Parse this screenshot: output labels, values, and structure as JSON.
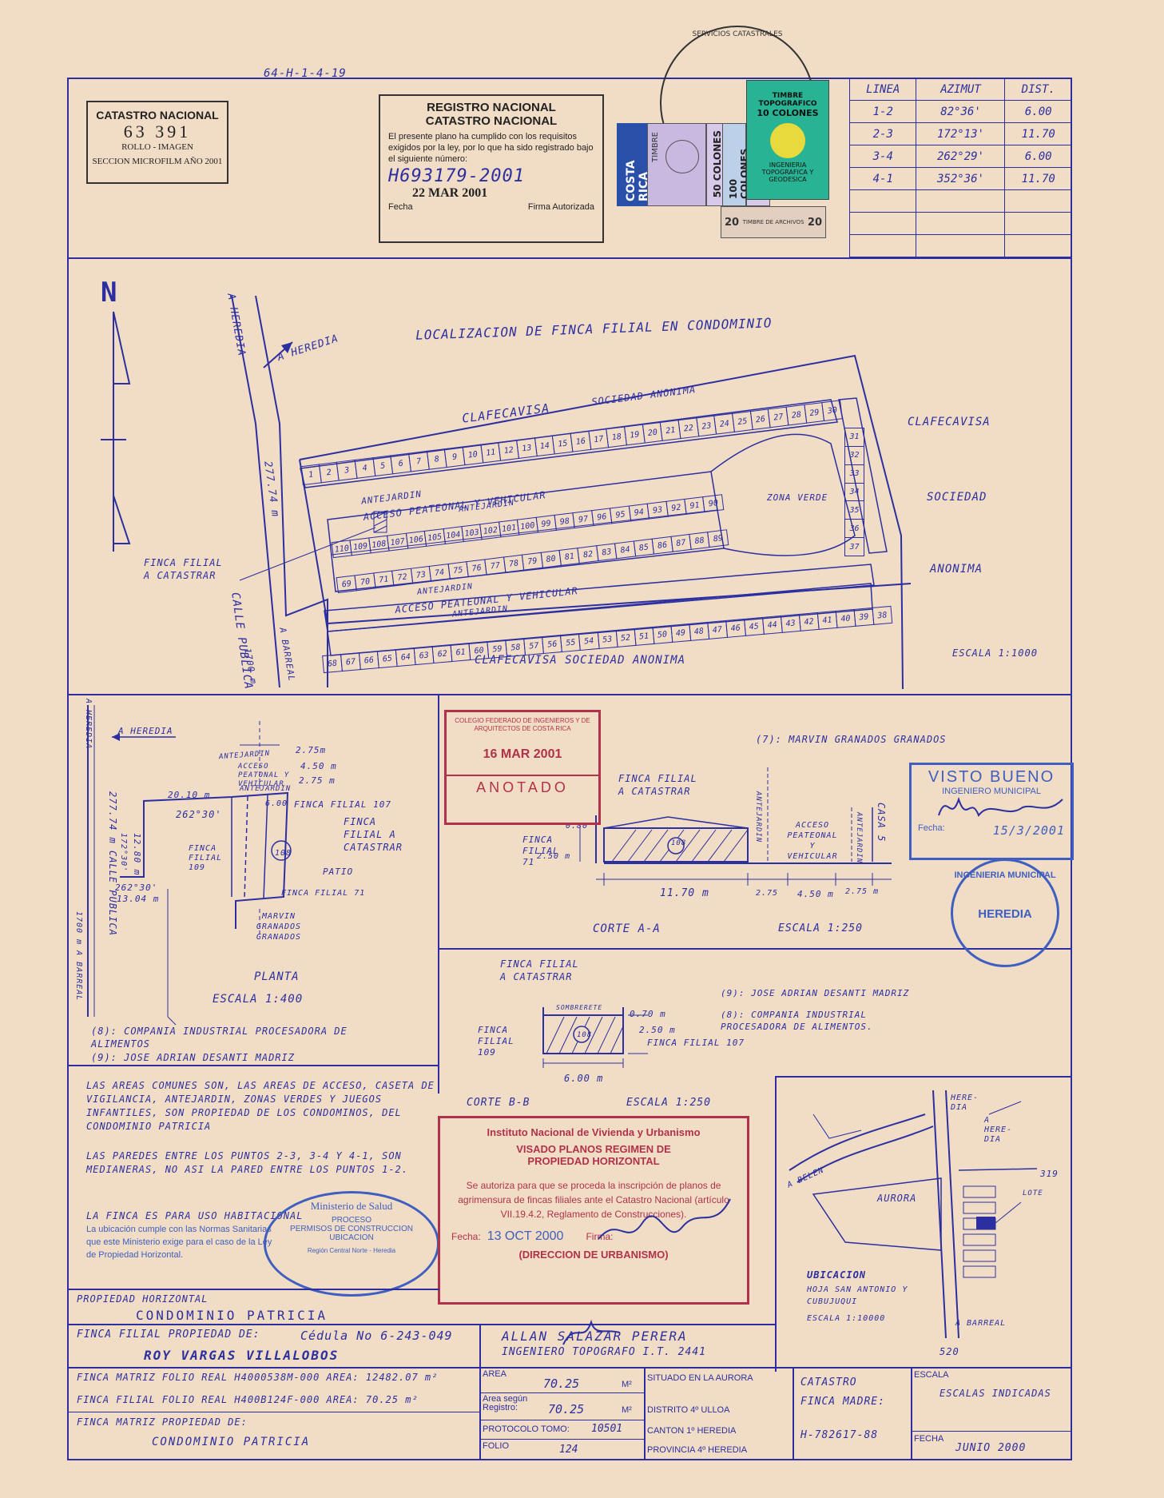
{
  "ref_code": "64-H-1-4-19",
  "catastro_stamp": {
    "title": "CATASTRO NACIONAL",
    "number": "63 391",
    "sub": "ROLLO - IMAGEN",
    "footer": "SECCION MICROFILM AÑO 2001"
  },
  "registro_stamp": {
    "title1": "REGISTRO NACIONAL",
    "title2": "CATASTRO NACIONAL",
    "body": "El presente plano ha cumplido con los requisitos exigidos por la ley, por lo que ha sido registrado bajo el siguiente número:",
    "number": "H693179-2001",
    "date": "22 MAR 2001",
    "fecha_label": "Fecha",
    "firma_label": "Firma Autorizada"
  },
  "stamps": {
    "costa_rica": "COSTA RICA",
    "timbre": "TIMBRE",
    "fifty": "50 COLONES",
    "hundred": "100 COLONES",
    "topo_title": "TIMBRE TOPOGRAFICO",
    "topo_value": "10 COLONES",
    "archivos": "TIMBRE DE ARCHIVOS",
    "archivos_value": "20",
    "ingenieria": "INGENIERIA TOPOGRAFICA Y GEODESICA",
    "servicios": "SERVICIOS CATASTRALES"
  },
  "azimuth_table": {
    "headers": [
      "LINEA",
      "AZIMUT",
      "DIST."
    ],
    "rows": [
      [
        "1-2",
        "82°36'",
        "6.00"
      ],
      [
        "2-3",
        "172°13'",
        "11.70"
      ],
      [
        "3-4",
        "262°29'",
        "6.00"
      ],
      [
        "4-1",
        "352°36'",
        "11.70"
      ]
    ]
  },
  "location_plan": {
    "north": "N",
    "title": "LOCALIZACION DE FINCA FILIAL EN CONDOMINIO",
    "a_heredia_1": "A HEREDIA",
    "a_heredia_2": "A HEREDIA",
    "clafecavisa_top": "CLAFECAVISA",
    "sociedad_top": "SOCIEDAD ANONIMA",
    "clafecavisa_right": "CLAFECAVISA",
    "sociedad_right": "SOCIEDAD",
    "anonima_right": "ANONIMA",
    "clafecavisa_bottom": "CLAFECAVISA SOCIEDAD ANONIMA",
    "calle_publica": "CALLE PUBLICA",
    "dist_road": "277.74 m",
    "a_barreal": "A BARREAL",
    "dist_barreal": "1700 m",
    "finca_label": "FINCA FILIAL A CATASTRAR",
    "antejardin1": "ANTEJARDIN",
    "acceso1": "ACCESO PEATEONAL Y VEHICULAR",
    "antejardin2": "ANTEJARDIN",
    "antejardin3": "ANTEJARDIN",
    "acceso2": "ACCESO PEATEONAL Y VEHICULAR",
    "antejardin4": "ANTEJARDIN",
    "zona_verde": "ZONA VERDE",
    "escala": "ESCALA 1:1000",
    "row_top": [
      "1",
      "2",
      "3",
      "4",
      "5",
      "6",
      "7",
      "8",
      "9",
      "10",
      "11",
      "12",
      "13",
      "14",
      "15",
      "16",
      "17",
      "18",
      "19",
      "20",
      "21",
      "22",
      "23",
      "24",
      "25",
      "26",
      "27",
      "28",
      "29",
      "30"
    ],
    "row_right": [
      "31",
      "32",
      "33",
      "34",
      "35",
      "36",
      "37"
    ],
    "row_inner_top": [
      "110",
      "109",
      "108",
      "107",
      "106",
      "105",
      "104",
      "103",
      "102",
      "101",
      "100",
      "99",
      "98",
      "97",
      "96",
      "95",
      "94",
      "93",
      "92",
      "91",
      "90"
    ],
    "row_inner_bottom": [
      "69",
      "70",
      "71",
      "72",
      "73",
      "74",
      "75",
      "76",
      "77",
      "78",
      "79",
      "80",
      "81",
      "82",
      "83",
      "84",
      "85",
      "86",
      "87",
      "88",
      "89"
    ],
    "row_bottom_upper": [
      "38",
      "39",
      "40",
      "41",
      "42",
      "43",
      "44",
      "45",
      "46",
      "47",
      "48",
      "49",
      "50",
      "51",
      "52",
      "53",
      "54",
      "55",
      "56",
      "57",
      "58",
      "59",
      "60",
      "61",
      "62",
      "63",
      "64",
      "65",
      "66",
      "67",
      "68"
    ]
  },
  "planta": {
    "a_heredia": "A HEREDIA",
    "a_heredia_v": "A HEREDIA",
    "calle": "277.74 m CALLE PUBLICA",
    "antejardin": "ANTEJARDIN",
    "acceso": "ACCESO PEATONAL Y VEHICULAR",
    "antejardin2": "ANTEJARDIN",
    "d1": "2.75m",
    "d2": "4.50 m",
    "d3": "2.75 m",
    "dist_2010": "20.10 m",
    "az1": "262°30'",
    "az2": "172°30'",
    "len1": "12.80 m",
    "az3": "262°30'",
    "len2": "13.04 m",
    "finca_107": "FINCA FILIAL 107",
    "finca_filial": "FINCA FILIAL A CATASTRAR",
    "finca_109": "FINCA FILIAL 109",
    "patio": "PATIO",
    "finca_71": "FINCA FILIAL 71",
    "marvin": "MARVIN GRANADOS GRANADOS",
    "a_barreal": "1700 m A BARREAL",
    "title": "PLANTA",
    "escala": "ESCALA 1:400",
    "legend8": "(8): COMPANIA INDUSTRIAL PROCESADORA DE ALIMENTOS",
    "legend9": "(9): JOSE ADRIAN DESANTI MADRIZ",
    "lot": "108",
    "d_600": "6.00"
  },
  "corte_aa": {
    "legend7": "(7): MARVIN GRANADOS GRANADOS",
    "finca_filial": "FINCA FILIAL A CATASTRAR",
    "finca_71": "FINCA FILIAL 71",
    "h1": "0.80",
    "h2": "2.50 m",
    "antejardin": "ANTEJARDIN",
    "acceso": "ACCESO PEATEONAL Y VEHICULAR",
    "antejardin2": "ANTEJARDIN",
    "casa": "CASA 5",
    "d1": "11.70 m",
    "d2": "2.75",
    "d3": "4.50 m",
    "d4": "2.75 m",
    "title": "CORTE A-A",
    "escala": "ESCALA 1:250",
    "lot": "108"
  },
  "corte_bb": {
    "finca_filial": "FINCA FILIAL A CATASTRAR",
    "sombrerete": "SOMBRERETE",
    "h1": "0.70 m",
    "h2": "2.50 m",
    "finca_109": "FINCA FILIAL 109",
    "finca_107": "FINCA FILIAL 107",
    "d1": "6.00 m",
    "title": "CORTE B-B",
    "escala": "ESCALA 1:250",
    "legend9": "(9): JOSE ADRIAN DESANTI MADRIZ",
    "legend8": "(8): COMPANIA INDUSTRIAL PROCESADORA DE ALIMENTOS.",
    "lot": "108"
  },
  "notes": {
    "p1": "LAS AREAS COMUNES SON, LAS AREAS DE ACCESO, CASETA DE VIGILANCIA, ANTEJARDIN, ZONAS VERDES Y JUEGOS INFANTILES, SON PROPIEDAD DE LOS CONDOMINOS, DEL CONDOMINIO PATRICIA",
    "p2": "LAS PAREDES ENTRE LOS PUNTOS 2-3, 3-4 Y 4-1, SON MEDIANERAS, NO ASI LA PARED ENTRE LOS PUNTOS 1-2.",
    "p3": "LA FINCA ES PARA USO HABITACIONAL"
  },
  "salud_stamp": {
    "body": "La ubicación cumple con las Normas Sanitarias que este Ministerio exige para el caso de la Ley de Propiedad Horizontal.",
    "ring": "Ministerio de Salud",
    "proceso": "PROCESO",
    "permisos": "PERMISOS DE CONSTRUCCION",
    "ubicacion": "UBICACION",
    "region": "Región Central Norte - Heredia"
  },
  "colegio_stamp": {
    "header": "COLEGIO FEDERADO DE INGENIEROS Y DE ARQUITECTOS DE COSTA RICA",
    "date": "16 MAR 2001",
    "status": "ANOTADO"
  },
  "visto_bueno": {
    "title": "VISTO BUENO",
    "sub": "INGENIERO MUNICIPAL",
    "fecha": "Fecha:",
    "date": "15/3/2001"
  },
  "municipal_seal": {
    "ring": "INGENIERIA MUNICIPAL",
    "center": "HEREDIA"
  },
  "invu_stamp": {
    "line1": "Instituto Nacional de Vivienda y Urbanismo",
    "line2": "VISADO PLANOS REGIMEN DE",
    "line3": "PROPIEDAD HORIZONTAL",
    "body": "Se autoriza para que se proceda la inscripción de planos de agrimensura de fincas filiales ante el Catastro Nacional (artículo VII.19.4.2, Reglamento de Construcciones).",
    "fecha": "Fecha:",
    "date": "13 OCT 2000",
    "firma": "Firma:",
    "footer": "(DIRECCION DE URBANISMO)"
  },
  "ubicacion": {
    "here_dia1": "HERE-DIA",
    "here_dia2": "A HERE-DIA",
    "belen": "A BELEN",
    "aurora": "AURORA",
    "lote": "LOTE",
    "n319": "319",
    "n520": "520",
    "a_barreal": "A BARREAL",
    "title": "UBICACION",
    "hoja": "HOJA SAN ANTONIO Y CUBUJUQUI",
    "escala": "ESCALA 1:10000"
  },
  "title_block": {
    "prop_horizontal": "PROPIEDAD HORIZONTAL",
    "condominio": "CONDOMINIO PATRICIA",
    "finca_filial_prop": "FINCA FILIAL PROPIEDAD DE:",
    "cedula": "Cédula No 6-243-049",
    "owner": "ROY VARGAS VILLALOBOS",
    "engineer": "ALLAN SALAZAR PERERA",
    "engineer_title": "INGENIERO TOPOGRAFO I.T. 2441",
    "matriz_folio": "FINCA MATRIZ FOLIO REAL  H4000538M-000  AREA: 12482.07 m²",
    "filial_folio": "FINCA FILIAL FOLIO REAL  H400B124F-000  AREA: 70.25 m²",
    "matriz_prop_label": "FINCA MATRIZ PROPIEDAD DE:",
    "matriz_prop": "CONDOMINIO PATRICIA",
    "area_label": "AREA",
    "area_val": "70.25",
    "area_reg_label": "Area según Registro:",
    "area_reg_val": "70.25",
    "m2": "m²",
    "protocolo": "PROTOCOLO TOMO:",
    "tomo": "10501",
    "folio_label": "FOLIO",
    "folio_val": "124",
    "situado": "SITUADO EN LA AURORA",
    "distrito": "DISTRITO 4º ULLOA",
    "canton": "CANTON 1º HEREDIA",
    "provincia": "PROVINCIA 4º HEREDIA",
    "catastro_madre": "CATASTRO FINCA MADRE:",
    "catastro_num": "H-782617-88",
    "escala_label": "ESCALA",
    "escala_val": "ESCALAS INDICADAS",
    "fecha_label": "FECHA",
    "fecha_val": "JUNIO 2000"
  },
  "colors": {
    "ink": "#2b2fa0",
    "paper": "#f1dcc6",
    "red_stamp": "#b0324a",
    "blue_stamp": "#3e5fc0"
  }
}
